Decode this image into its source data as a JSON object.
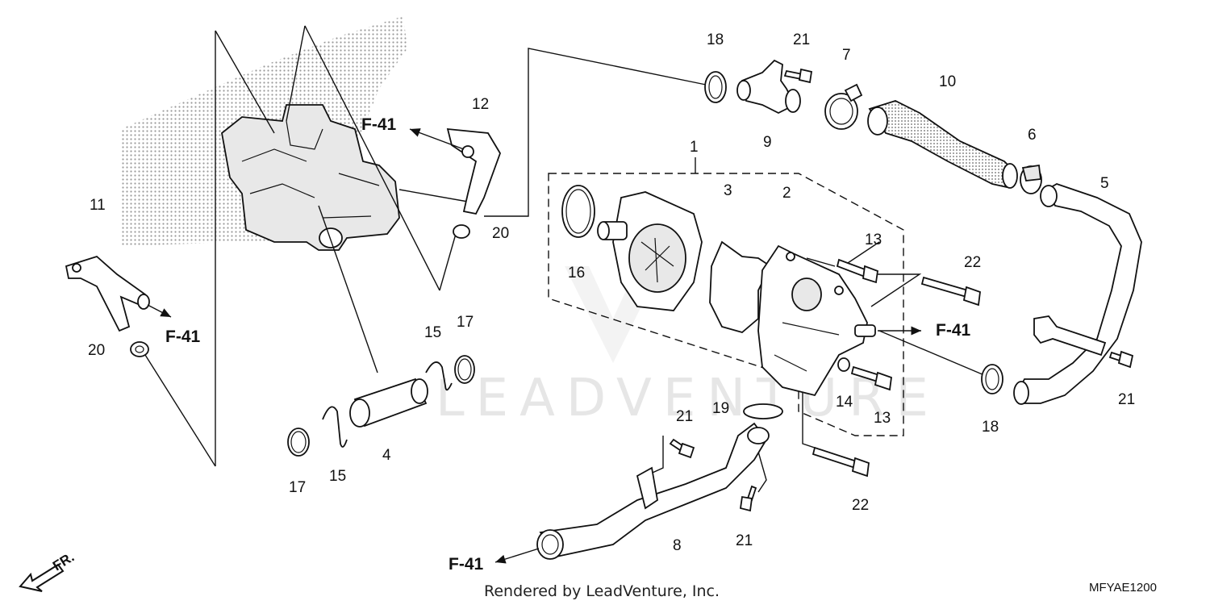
{
  "diagram": {
    "watermark": "LEADVENTURE",
    "footer_text": "Rendered by LeadVenture, Inc.",
    "diagram_code": "MFYAE1200",
    "direction_label": "FR.",
    "reference_labels": [
      "F-41",
      "F-41",
      "F-41",
      "F-41"
    ],
    "part_numbers": [
      {
        "id": "p1",
        "label": "1"
      },
      {
        "id": "p2",
        "label": "2"
      },
      {
        "id": "p3",
        "label": "3"
      },
      {
        "id": "p4",
        "label": "4"
      },
      {
        "id": "p5",
        "label": "5"
      },
      {
        "id": "p6",
        "label": "6"
      },
      {
        "id": "p7",
        "label": "7"
      },
      {
        "id": "p8",
        "label": "8"
      },
      {
        "id": "p9",
        "label": "9"
      },
      {
        "id": "p10",
        "label": "10"
      },
      {
        "id": "p11",
        "label": "11"
      },
      {
        "id": "p12",
        "label": "12"
      },
      {
        "id": "p13a",
        "label": "13"
      },
      {
        "id": "p13b",
        "label": "13"
      },
      {
        "id": "p14",
        "label": "14"
      },
      {
        "id": "p15a",
        "label": "15"
      },
      {
        "id": "p15b",
        "label": "15"
      },
      {
        "id": "p16",
        "label": "16"
      },
      {
        "id": "p17a",
        "label": "17"
      },
      {
        "id": "p17b",
        "label": "17"
      },
      {
        "id": "p18a",
        "label": "18"
      },
      {
        "id": "p18b",
        "label": "18"
      },
      {
        "id": "p19",
        "label": "19"
      },
      {
        "id": "p20a",
        "label": "20"
      },
      {
        "id": "p20b",
        "label": "20"
      },
      {
        "id": "p21a",
        "label": "21"
      },
      {
        "id": "p21b",
        "label": "21"
      },
      {
        "id": "p21c",
        "label": "21"
      },
      {
        "id": "p21d",
        "label": "21"
      },
      {
        "id": "p22a",
        "label": "22"
      },
      {
        "id": "p22b",
        "label": "22"
      }
    ]
  }
}
